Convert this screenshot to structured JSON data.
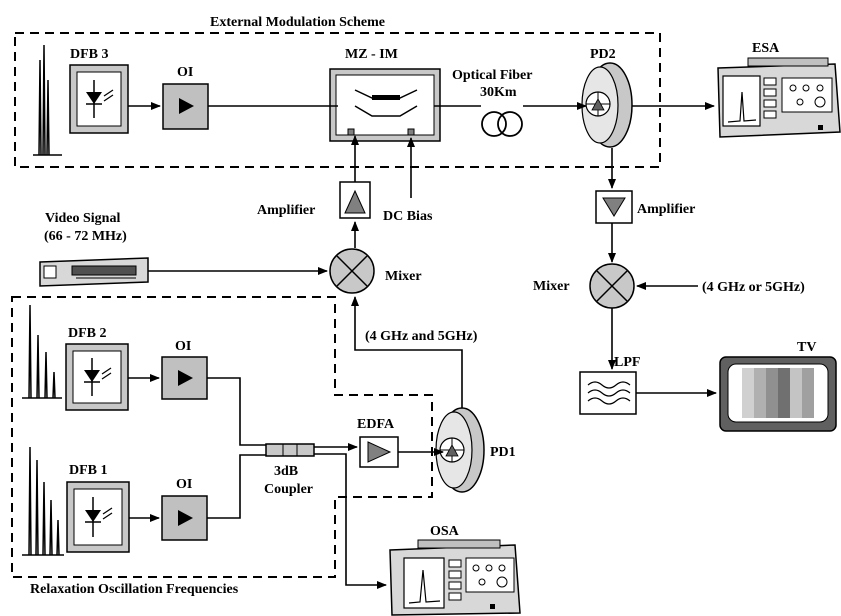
{
  "labels": {
    "external_scheme": "External Modulation Scheme",
    "relaxation": "Relaxation Oscillation Frequencies",
    "dfb3": "DFB 3",
    "dfb2": "DFB 2",
    "dfb1": "DFB 1",
    "oi_top": "OI",
    "oi_mid": "OI",
    "oi_bot": "OI",
    "mzim": "MZ - IM",
    "optical_fiber": "Optical Fiber",
    "fiber_length": "30Km",
    "pd2": "PD2",
    "pd1": "PD1",
    "esa": "ESA",
    "osa": "OSA",
    "tv": "TV",
    "lpf": "LPF",
    "edfa": "EDFA",
    "coupler_1": "3dB",
    "coupler_2": "Coupler",
    "amplifier_left": "Amplifier",
    "amplifier_right": "Amplifier",
    "dc_bias": "DC Bias",
    "video_signal_1": "Video Signal",
    "video_signal_2": "(66 - 72 MHz)",
    "mixer_left": "Mixer",
    "mixer_right": "Mixer",
    "freq_and": "(4 GHz and 5GHz)",
    "freq_or": "(4 GHz or 5GHz)"
  }
}
